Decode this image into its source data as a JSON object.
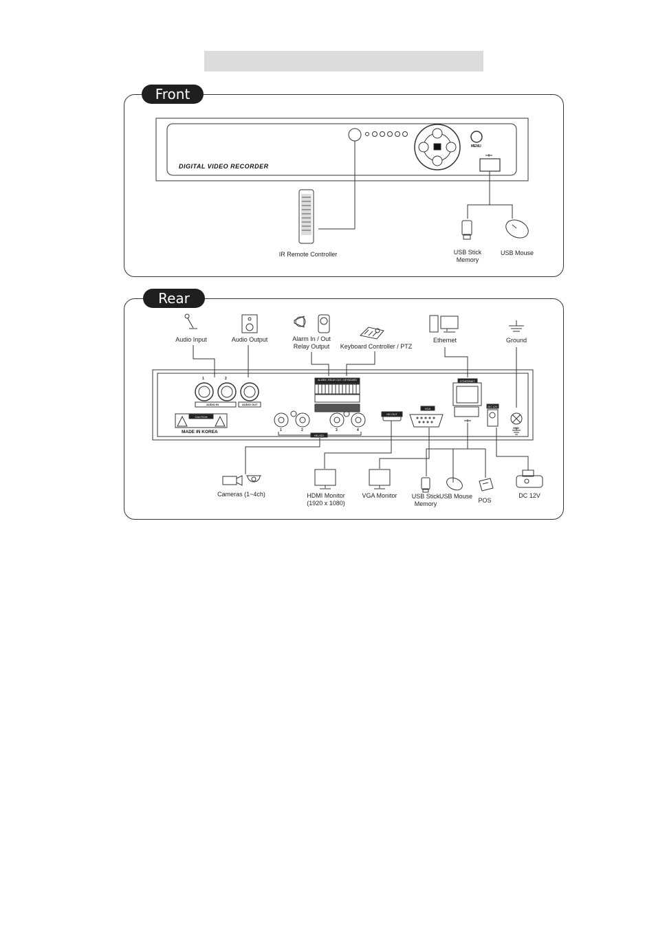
{
  "sections": {
    "front": {
      "tag": "Front",
      "device_label": "DIGITAL VIDEO RECORDER",
      "menu_label": "MENU",
      "peripherals": {
        "remote": "IR Remote Controller",
        "usb_stick_line1": "USB Stick",
        "usb_stick_line2": "Memory",
        "usb_mouse": "USB Mouse"
      }
    },
    "rear": {
      "tag": "Rear",
      "top_devices": {
        "audio_input": "Audio Input",
        "audio_output": "Audio Output",
        "alarm_line1": "Alarm In / Out",
        "alarm_line2": "Relay  Output",
        "keyboard": "Keyboard Controller / PTZ",
        "ethernet": "Ethernet",
        "ground": "Ground"
      },
      "bottom_devices": {
        "cameras": "Cameras (1~4ch)",
        "hdmi_line1": "HDMI Monitor",
        "hdmi_line2": "(1920 x 1080)",
        "vga_monitor": "VGA Monitor",
        "usb_stick_line1": "USB Stick",
        "usb_stick_line2": "Memory",
        "usb_mouse": "USB Mouse",
        "pos": "POS",
        "dc": "DC 12V"
      },
      "panel_labels": {
        "audio_in": "AUDIO IN",
        "audio_out": "AUDIO OUT",
        "caution": "CAUTION",
        "made_in": "MADE IN KOREA",
        "alarm_strip": "ALARM / RELAY OUT / KEYBOARD",
        "hd_out": "HD OUT",
        "vga": "VGA",
        "ethernet": "ETHERNET",
        "dc12v": "DC 12V",
        "gnd": "GND",
        "hd_sdi": "HD-SDI",
        "ch1": "1",
        "ch2": "2",
        "ch3": "3",
        "ch4": "4",
        "ain1": "1",
        "ain2": "2"
      }
    }
  },
  "colors": {
    "line": "#333333",
    "tag_bg": "#1f1f1f",
    "title_bar": "#dcdcdc"
  }
}
